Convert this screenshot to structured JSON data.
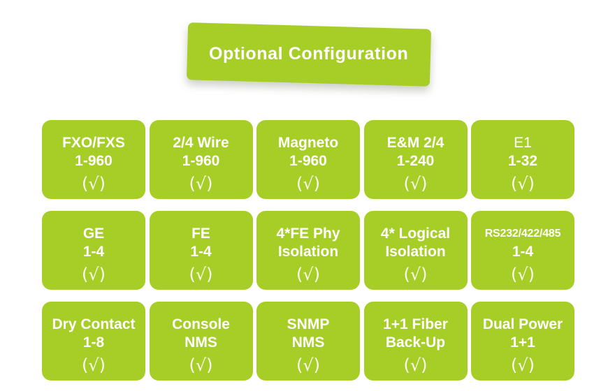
{
  "colors": {
    "green": "#a6ce27",
    "text": "#ffffff",
    "background": "#ffffff"
  },
  "header": {
    "title": "Optional Configuration"
  },
  "grid": {
    "columns": 5,
    "check_mark": "(√)",
    "tiles": [
      {
        "lines": [
          "FXO/FXS",
          "1-960"
        ],
        "styles": [
          "bold",
          "bold"
        ],
        "check": "(√)"
      },
      {
        "lines": [
          "2/4 Wire",
          "1-960"
        ],
        "styles": [
          "bold",
          "bold"
        ],
        "check": "(√)"
      },
      {
        "lines": [
          "Magneto",
          "1-960"
        ],
        "styles": [
          "bold",
          "bold"
        ],
        "check": "(√)"
      },
      {
        "lines": [
          "E&M 2/4",
          "1-240"
        ],
        "styles": [
          "bold",
          "bold"
        ],
        "check": "(√)"
      },
      {
        "lines": [
          "E1",
          "1-32"
        ],
        "styles": [
          "light",
          "bold"
        ],
        "check": "(√)"
      },
      {
        "lines": [
          "GE",
          "1-4"
        ],
        "styles": [
          "bold",
          "bold"
        ],
        "check": "(√)"
      },
      {
        "lines": [
          "FE",
          "1-4"
        ],
        "styles": [
          "bold",
          "bold"
        ],
        "check": "(√)"
      },
      {
        "lines": [
          "4*FE Phy",
          "Isolation"
        ],
        "styles": [
          "bold",
          "bold"
        ],
        "check": "(√)"
      },
      {
        "lines": [
          "4* Logical",
          "Isolation"
        ],
        "styles": [
          "bold",
          "bold"
        ],
        "check": "(√)"
      },
      {
        "lines": [
          "RS232/422/485",
          "1-4"
        ],
        "styles": [
          "small",
          "bold"
        ],
        "check": "(√)"
      },
      {
        "lines": [
          "Dry Contact",
          "1-8"
        ],
        "styles": [
          "bold",
          "bold"
        ],
        "check": "(√)"
      },
      {
        "lines": [
          "Console",
          "NMS"
        ],
        "styles": [
          "bold",
          "bold"
        ],
        "check": "(√)"
      },
      {
        "lines": [
          "SNMP",
          "NMS"
        ],
        "styles": [
          "bold",
          "bold"
        ],
        "check": "(√)"
      },
      {
        "lines": [
          "1+1 Fiber",
          "Back-Up"
        ],
        "styles": [
          "bold",
          "bold"
        ],
        "check": "(√)"
      },
      {
        "lines": [
          "Dual Power",
          "1+1"
        ],
        "styles": [
          "bold",
          "bold"
        ],
        "check": "(√)"
      }
    ]
  }
}
